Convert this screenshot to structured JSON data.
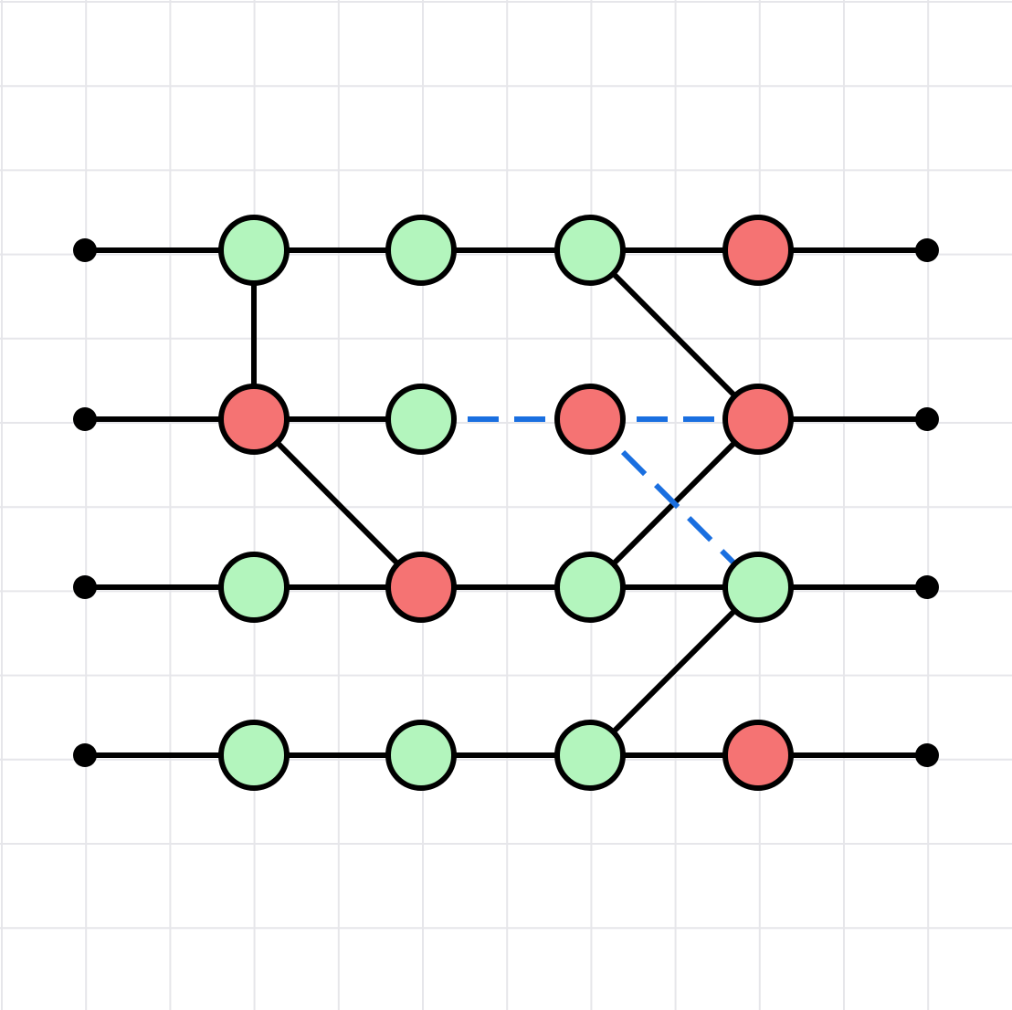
{
  "colors": {
    "background": "#ffffff",
    "grid": "#e6e6ea",
    "wire": "#000000",
    "dashed_edge": "#1a6fe0",
    "green_node": "#b3f5bd",
    "red_node": "#f57373",
    "node_outline": "#000000"
  },
  "diagram": {
    "type": "zx-calculus-graph",
    "rows": 4,
    "columns": 4,
    "boundaries": [
      {
        "id": "in-0",
        "row": 0,
        "side": "input"
      },
      {
        "id": "in-1",
        "row": 1,
        "side": "input"
      },
      {
        "id": "in-2",
        "row": 2,
        "side": "input"
      },
      {
        "id": "in-3",
        "row": 3,
        "side": "input"
      },
      {
        "id": "out-0",
        "row": 0,
        "side": "output"
      },
      {
        "id": "out-1",
        "row": 1,
        "side": "output"
      },
      {
        "id": "out-2",
        "row": 2,
        "side": "output"
      },
      {
        "id": "out-3",
        "row": 3,
        "side": "output"
      }
    ],
    "spiders": [
      {
        "id": "r0c0",
        "row": 0,
        "col": 0,
        "color": "green"
      },
      {
        "id": "r0c1",
        "row": 0,
        "col": 1,
        "color": "green"
      },
      {
        "id": "r0c2",
        "row": 0,
        "col": 2,
        "color": "green"
      },
      {
        "id": "r0c3",
        "row": 0,
        "col": 3,
        "color": "red"
      },
      {
        "id": "r1c0",
        "row": 1,
        "col": 0,
        "color": "red"
      },
      {
        "id": "r1c1",
        "row": 1,
        "col": 1,
        "color": "green"
      },
      {
        "id": "r1c2",
        "row": 1,
        "col": 2,
        "color": "red"
      },
      {
        "id": "r1c3",
        "row": 1,
        "col": 3,
        "color": "red"
      },
      {
        "id": "r2c0",
        "row": 2,
        "col": 0,
        "color": "green"
      },
      {
        "id": "r2c1",
        "row": 2,
        "col": 1,
        "color": "red"
      },
      {
        "id": "r2c2",
        "row": 2,
        "col": 2,
        "color": "green"
      },
      {
        "id": "r2c3",
        "row": 2,
        "col": 3,
        "color": "green"
      },
      {
        "id": "r3c0",
        "row": 3,
        "col": 0,
        "color": "green"
      },
      {
        "id": "r3c1",
        "row": 3,
        "col": 1,
        "color": "green"
      },
      {
        "id": "r3c2",
        "row": 3,
        "col": 2,
        "color": "green"
      },
      {
        "id": "r3c3",
        "row": 3,
        "col": 3,
        "color": "red"
      }
    ],
    "edges": [
      {
        "from": "in-0",
        "to": "r0c0",
        "style": "solid"
      },
      {
        "from": "r0c0",
        "to": "r0c1",
        "style": "solid"
      },
      {
        "from": "r0c1",
        "to": "r0c2",
        "style": "solid"
      },
      {
        "from": "r0c2",
        "to": "r0c3",
        "style": "solid"
      },
      {
        "from": "r0c3",
        "to": "out-0",
        "style": "solid"
      },
      {
        "from": "in-1",
        "to": "r1c0",
        "style": "solid"
      },
      {
        "from": "r1c0",
        "to": "r1c1",
        "style": "solid"
      },
      {
        "from": "r1c1",
        "to": "r1c2",
        "style": "dashed"
      },
      {
        "from": "r1c2",
        "to": "r1c3",
        "style": "dashed"
      },
      {
        "from": "r1c3",
        "to": "out-1",
        "style": "solid"
      },
      {
        "from": "in-2",
        "to": "r2c0",
        "style": "solid"
      },
      {
        "from": "r2c0",
        "to": "r2c1",
        "style": "solid"
      },
      {
        "from": "r2c1",
        "to": "r2c2",
        "style": "solid"
      },
      {
        "from": "r2c2",
        "to": "r2c3",
        "style": "solid"
      },
      {
        "from": "r2c3",
        "to": "out-2",
        "style": "solid"
      },
      {
        "from": "in-3",
        "to": "r3c0",
        "style": "solid"
      },
      {
        "from": "r3c0",
        "to": "r3c1",
        "style": "solid"
      },
      {
        "from": "r3c1",
        "to": "r3c2",
        "style": "solid"
      },
      {
        "from": "r3c2",
        "to": "r3c3",
        "style": "solid"
      },
      {
        "from": "r3c3",
        "to": "out-3",
        "style": "solid"
      },
      {
        "from": "r0c0",
        "to": "r1c0",
        "style": "solid"
      },
      {
        "from": "r1c0",
        "to": "r2c1",
        "style": "solid"
      },
      {
        "from": "r0c2",
        "to": "r1c3",
        "style": "solid"
      },
      {
        "from": "r1c3",
        "to": "r2c2",
        "style": "solid"
      },
      {
        "from": "r1c2",
        "to": "r2c3",
        "style": "dashed"
      },
      {
        "from": "r2c3",
        "to": "r3c2",
        "style": "solid"
      }
    ]
  }
}
